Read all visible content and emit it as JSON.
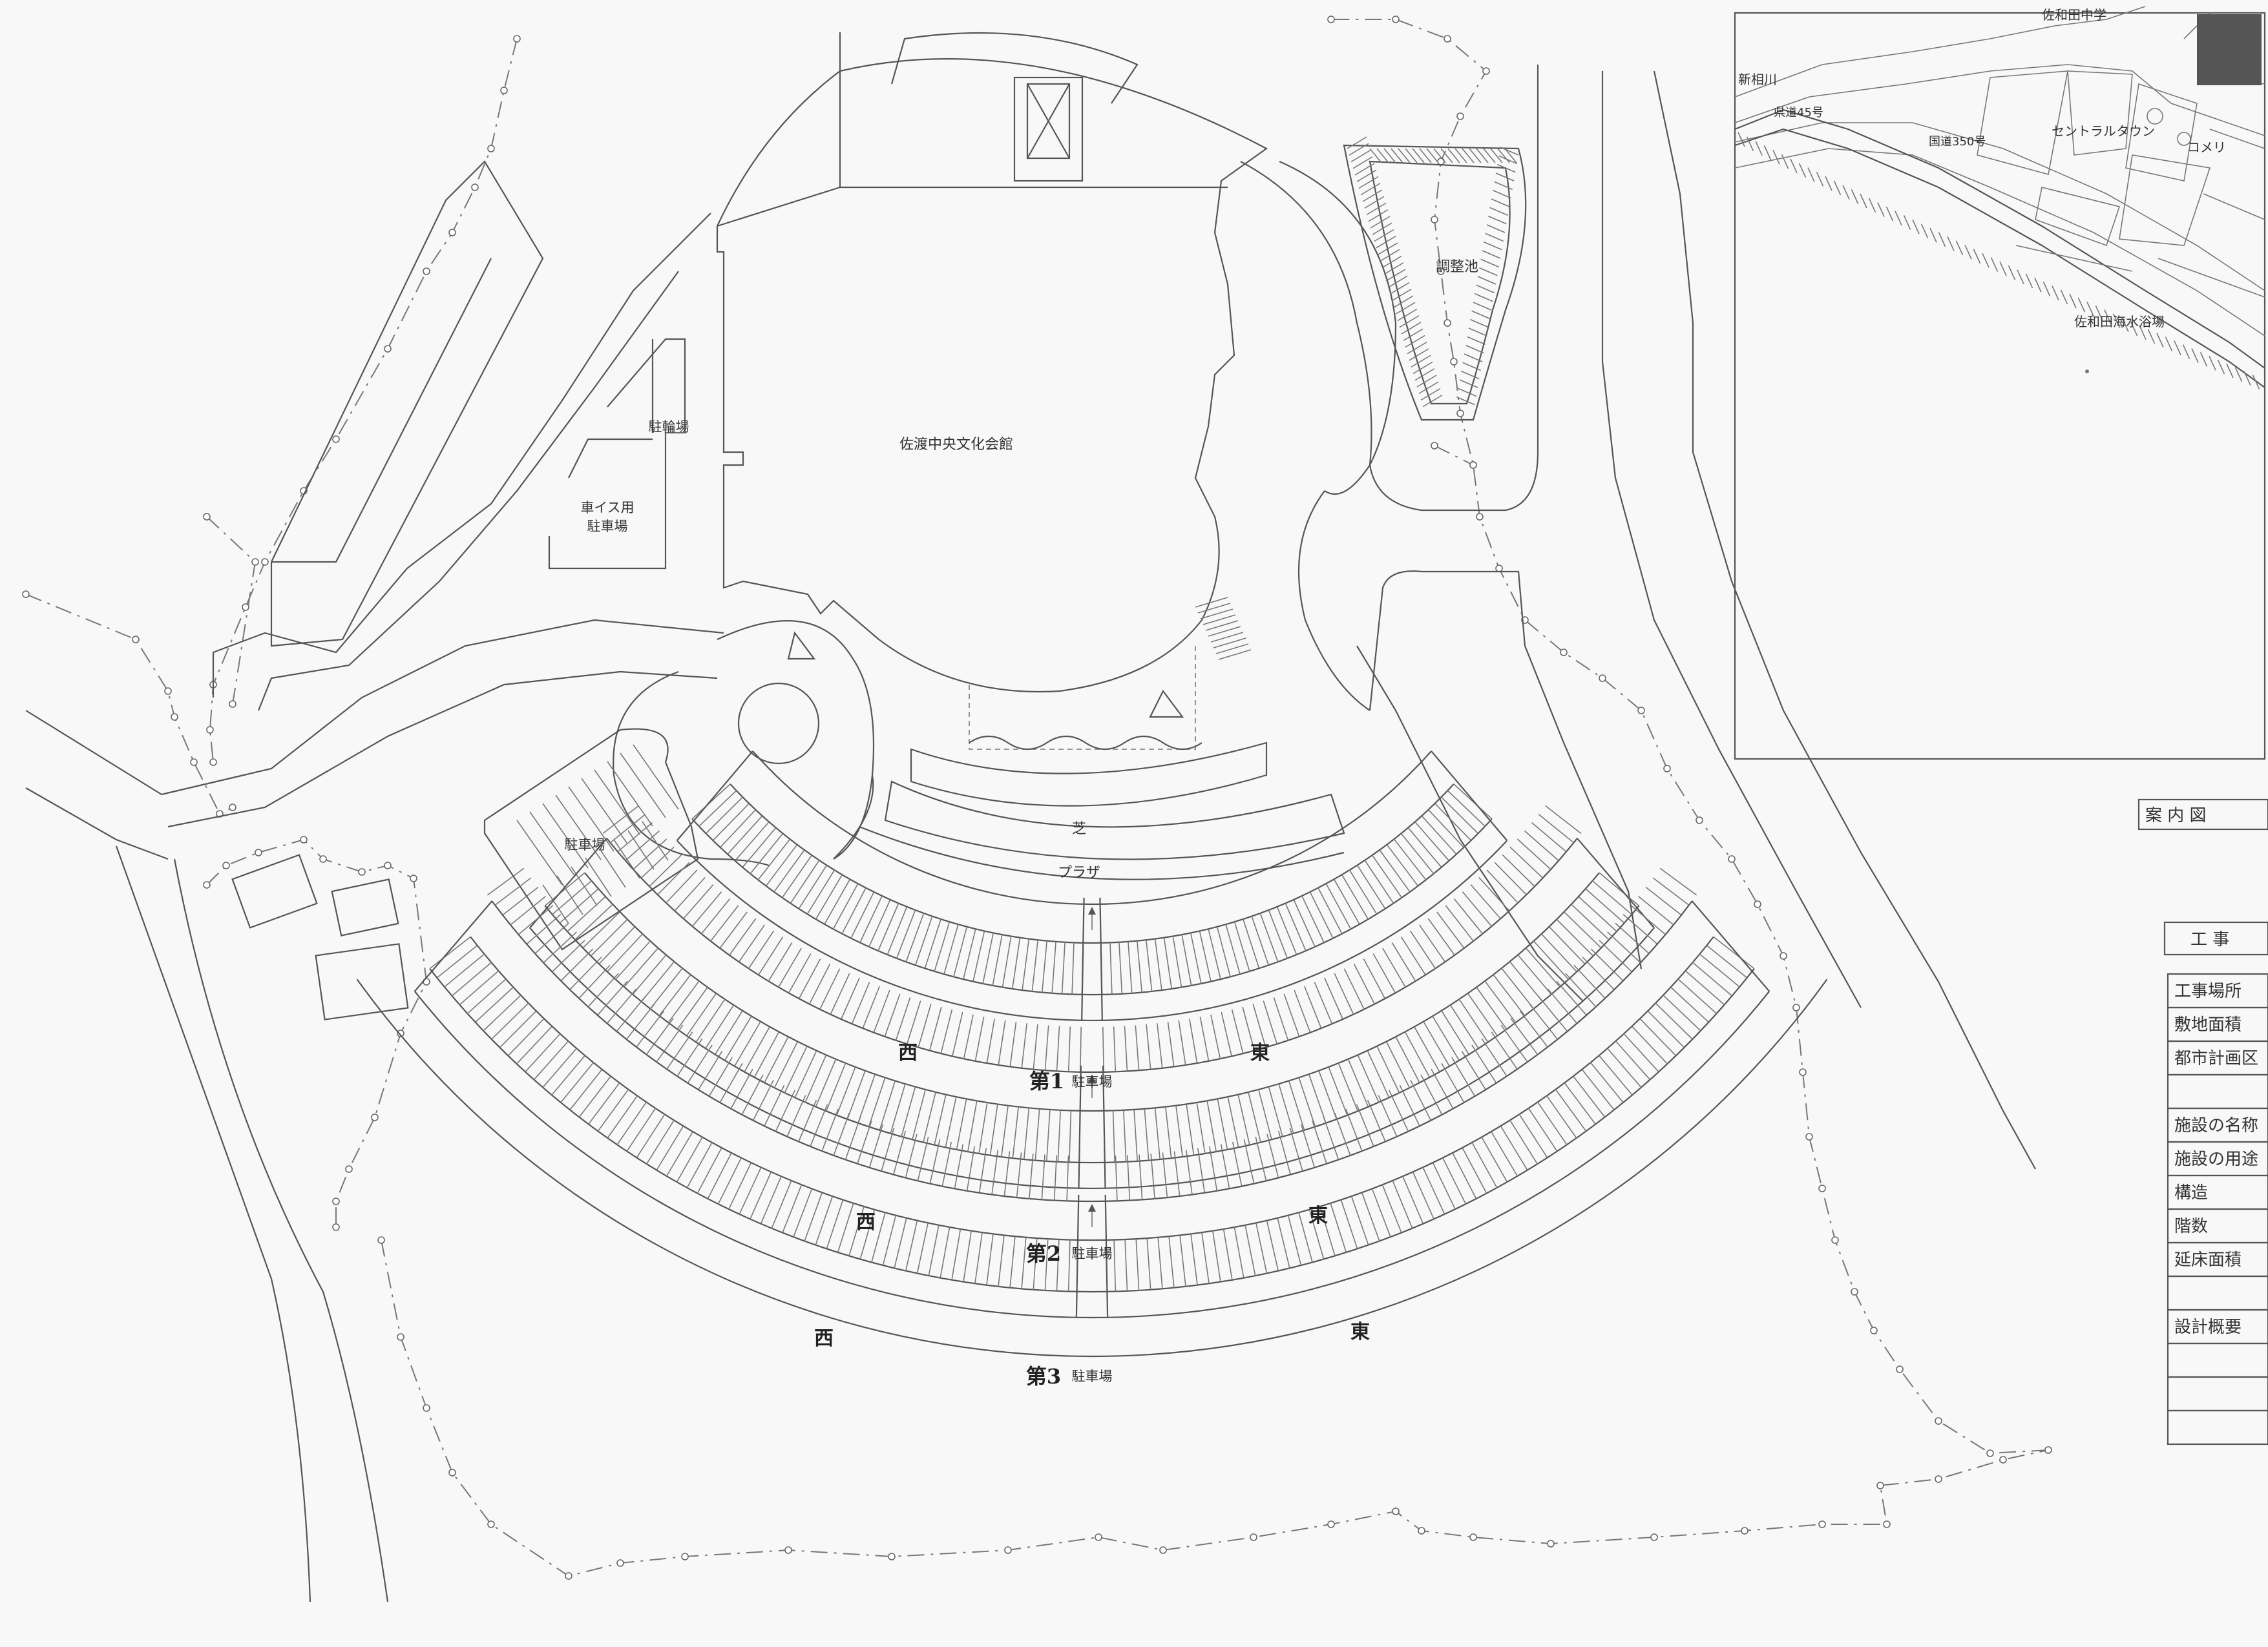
{
  "plan": {
    "building": "佐渡中央文化会館",
    "bicycle_parking": "駐輪場",
    "wheelchair_parking_line1": "車イス用",
    "wheelchair_parking_line2": "駐車場",
    "parking_west_small": "駐車場",
    "retention_pond": "調整池",
    "lawn": "芝",
    "plaza": "プラザ",
    "lots": [
      {
        "prefix": "第1",
        "suffix": "駐車場",
        "west": "西",
        "east": "東"
      },
      {
        "prefix": "第2",
        "suffix": "駐車場",
        "west": "西",
        "east": "東"
      },
      {
        "prefix": "第3",
        "suffix": "駐車場",
        "west": "西",
        "east": "東"
      }
    ]
  },
  "inset_map": {
    "labels": {
      "school": "佐和田中学",
      "river": "新相川",
      "pref_road": "県道45号",
      "nat_road": "国道350号",
      "central_town": "セントラルタウン",
      "komeri": "コメリ",
      "beach": "佐和田海水浴場"
    }
  },
  "title_block": {
    "guide_map": "案 内 図",
    "construction": "工 事",
    "rows": [
      "工事場所",
      "敷地面積",
      "都市計画区",
      "",
      "施設の名称",
      "施設の用途",
      "構造",
      "階数",
      "延床面積",
      "",
      "設計概要",
      "",
      "",
      ""
    ]
  }
}
